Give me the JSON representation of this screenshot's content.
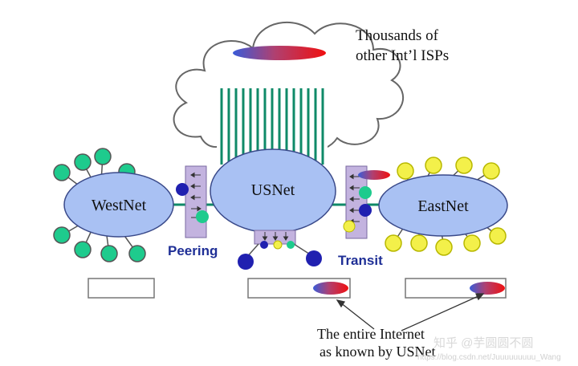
{
  "cloud": {
    "label_line1": "Thousands of",
    "label_line2": "other Int’l ISPs"
  },
  "networks": {
    "west": "WestNet",
    "us": "USNet",
    "east": "EastNet"
  },
  "links": {
    "peering": "Peering",
    "transit": "Transit"
  },
  "caption": {
    "line1": "The entire Internet",
    "line2": "as known by USNet"
  },
  "watermark": {
    "main": "知乎 @芋圆圆不圆",
    "sub": "https://blog.csdn.net/Juuuuuuuuu_Wang"
  },
  "colors": {
    "network_fill": "#a9c1f3",
    "green_node": "#1ecb8d",
    "yellow_node": "#f3f04a",
    "navy_node": "#2020b0",
    "interconnect": "#c3b3df",
    "link": "#0f8a68",
    "label_blue": "#1f2f96"
  }
}
